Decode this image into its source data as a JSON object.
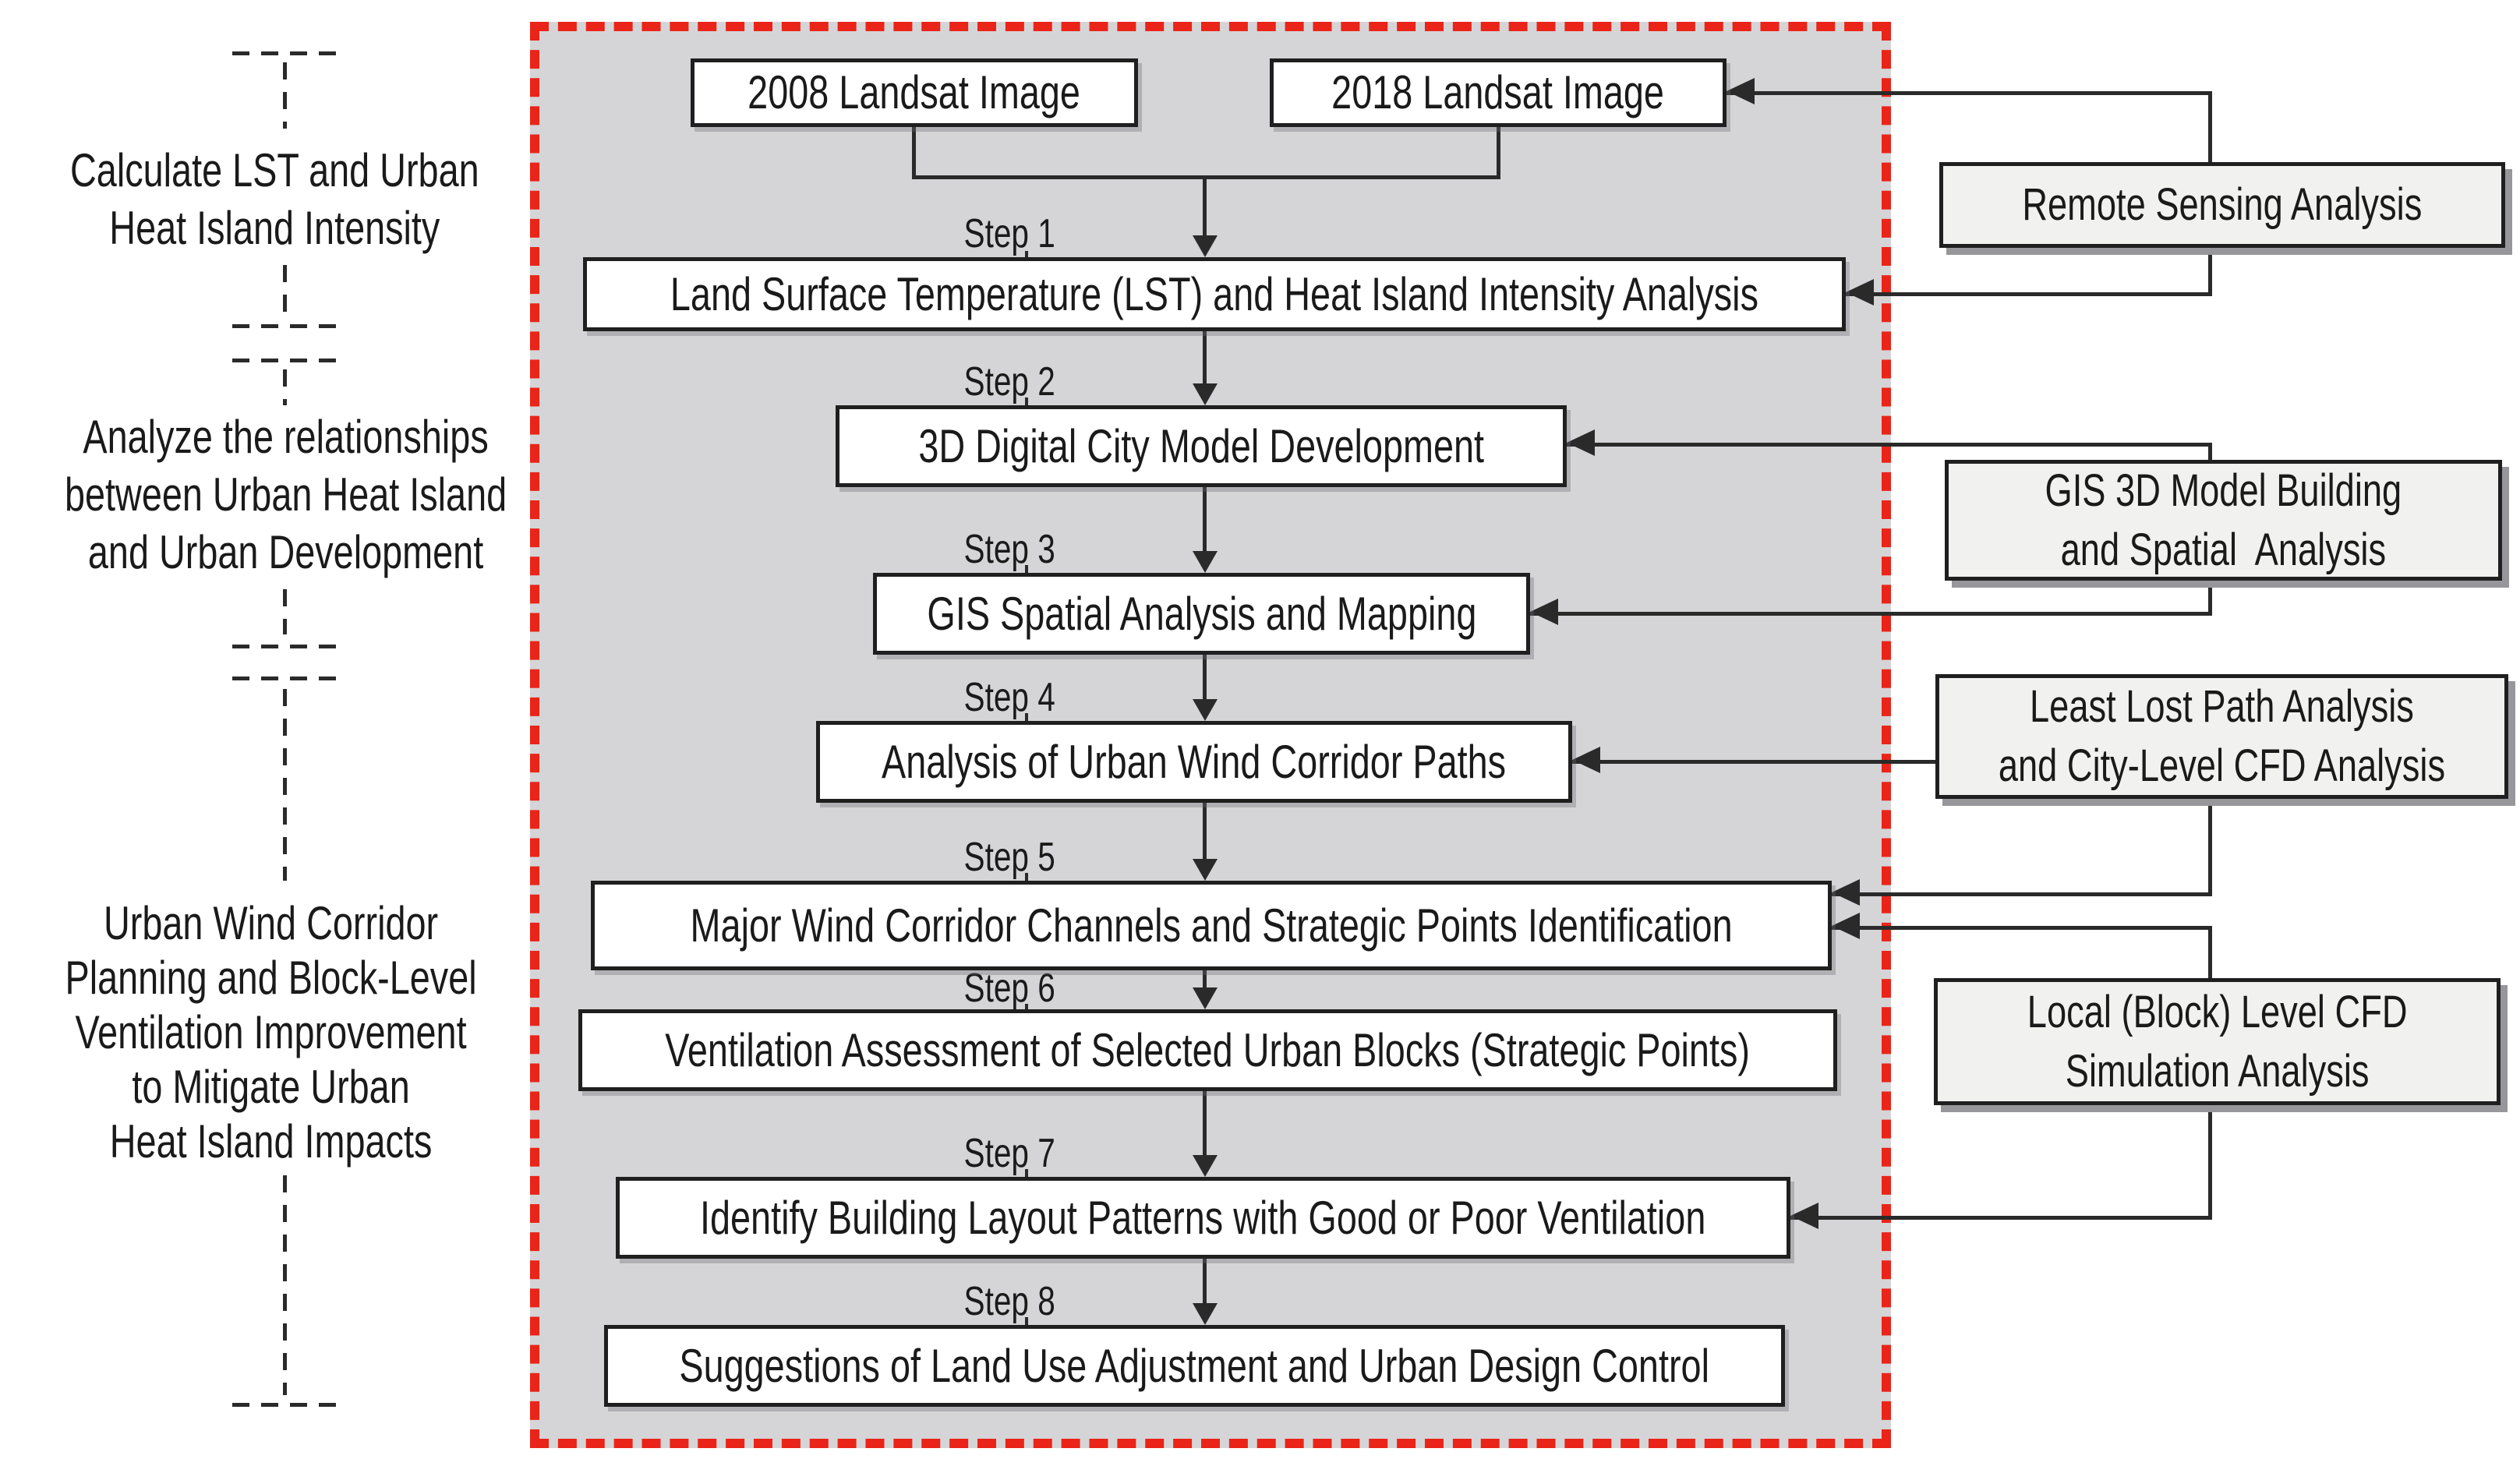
{
  "title": "Urban heat island and wind corridor research methodology flowchart",
  "left_column": {
    "sections": [
      {
        "label": "Calculate LST and Urban\nHeat Island Intensity"
      },
      {
        "label": "Analyze the relationships\nbetween Urban Heat Island\nand Urban Development"
      },
      {
        "label": "Urban Wind Corridor\nPlanning and Block-Level\nVentilation Improvement\nto Mitigate Urban\nHeat Island Impacts"
      }
    ]
  },
  "flowchart": {
    "inputs": [
      {
        "label": "2008 Landsat Image"
      },
      {
        "label": "2018 Landsat Image"
      }
    ],
    "steps": [
      {
        "step": "Step 1",
        "label": "Land Surface Temperature (LST) and Heat Island Intensity Analysis"
      },
      {
        "step": "Step 2",
        "label": "3D Digital City Model Development"
      },
      {
        "step": "Step 3",
        "label": "GIS Spatial Analysis and Mapping"
      },
      {
        "step": "Step 4",
        "label": "Analysis of Urban Wind Corridor Paths"
      },
      {
        "step": "Step 5",
        "label": "Major Wind Corridor Channels and Strategic Points Identification"
      },
      {
        "step": "Step 6",
        "label": "Ventilation Assessment of Selected Urban Blocks (Strategic Points)"
      },
      {
        "step": "Step 7",
        "label": "Identify Building Layout Patterns with Good or Poor Ventilation"
      },
      {
        "step": "Step 8",
        "label": "Suggestions of Land Use Adjustment and Urban Design Control"
      }
    ]
  },
  "right_column": {
    "boxes": [
      {
        "label": "Remote Sensing Analysis"
      },
      {
        "label": "GIS 3D Model Building\nand Spatial  Analysis"
      },
      {
        "label": "Least Lost Path Analysis\nand City-Level CFD Analysis"
      },
      {
        "label": "Local (Block) Level CFD\nSimulation Analysis"
      }
    ]
  },
  "colors": {
    "panel_bg": "#d5d5d7",
    "red": "#ea2418",
    "line": "#2a2a2a",
    "box_border": "#1f1f1f",
    "rbox_bg": "#f1f1ef",
    "text": "#1a1a1a",
    "shadow": "#97979b"
  }
}
